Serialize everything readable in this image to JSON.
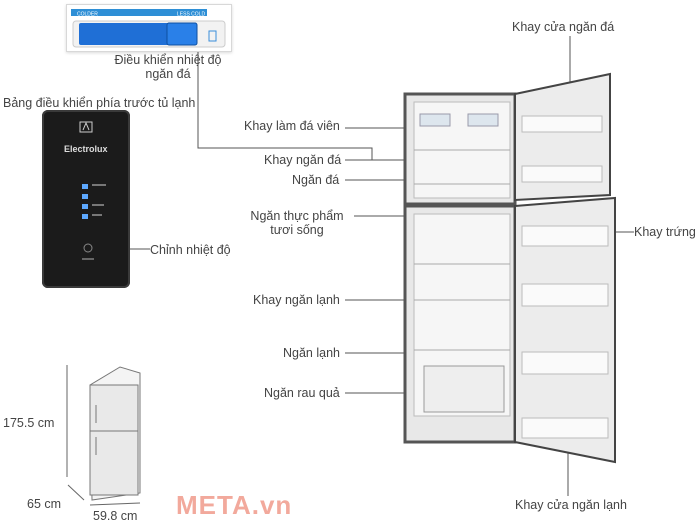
{
  "labels": {
    "dieu_khien_nhiet_do": "Điều khiển nhiệt độ\nngăn đá",
    "bang_dieu_khien": "Bảng điều khiển phía trước tủ lạnh",
    "chinh_nhiet_do": "Chỉnh nhiệt độ",
    "khay_lam_da_vien": "Khay làm đá viên",
    "khay_ngan_da": "Khay ngăn đá",
    "ngan_da": "Ngăn đá",
    "ngan_thuc_pham_tuoi_song": "Ngăn thực phẩm\ntươi sống",
    "khay_ngan_lanh": "Khay ngăn lạnh",
    "ngan_lanh": "Ngăn lạnh",
    "ngan_rau_qua": "Ngăn rau quả",
    "khay_cua_ngan_da": "Khay cửa ngăn đá",
    "khay_trung": "Khay trứng",
    "khay_cua_ngan_lanh": "Khay cửa ngăn lạnh"
  },
  "top_panel": {
    "colder": "COLDER",
    "less_cold": "LESS COLD"
  },
  "control_panel": {
    "brand": "Electrolux"
  },
  "dimensions": {
    "height": "175.5 cm",
    "depth": "65 cm",
    "width": "59.8 cm"
  },
  "watermark": "META.vn"
}
